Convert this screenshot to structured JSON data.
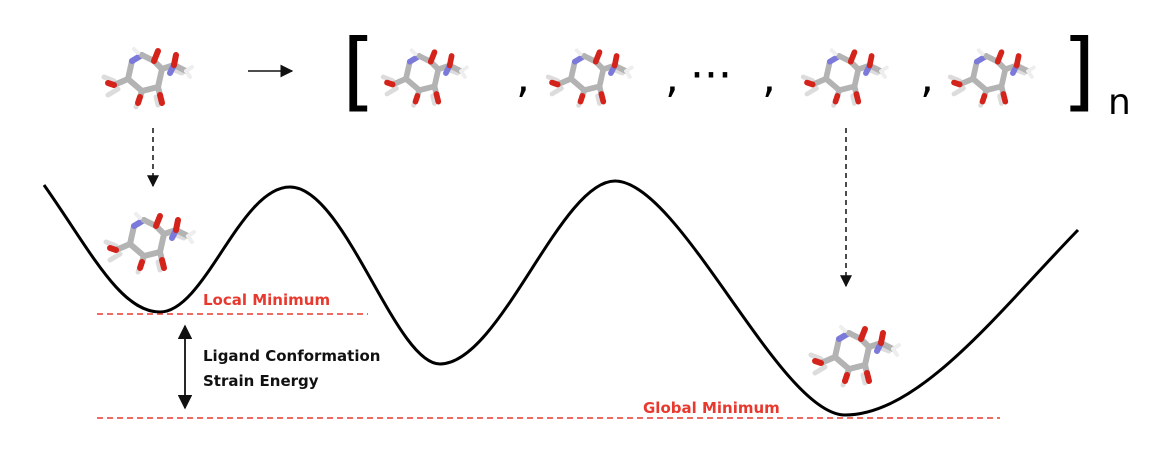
{
  "labels": {
    "local_minimum": "Local Minimum",
    "global_minimum": "Global Minimum",
    "strain_line1": "Ligand Conformation",
    "strain_line2": "Strain Energy"
  },
  "ensemble": {
    "open_bracket": "[",
    "close_bracket": "]",
    "subscript": "n",
    "comma": ",",
    "ellipsis": "···"
  },
  "colors": {
    "curve": "#000000",
    "dashed_line": "#e8392f",
    "label_red": "#e8392f",
    "carbon": "#b7b7b7",
    "oxygen": "#d3231b",
    "nitrogen": "#7b79d9",
    "hydrogen": "#ededed"
  },
  "icons": [
    "molecule-icon"
  ]
}
